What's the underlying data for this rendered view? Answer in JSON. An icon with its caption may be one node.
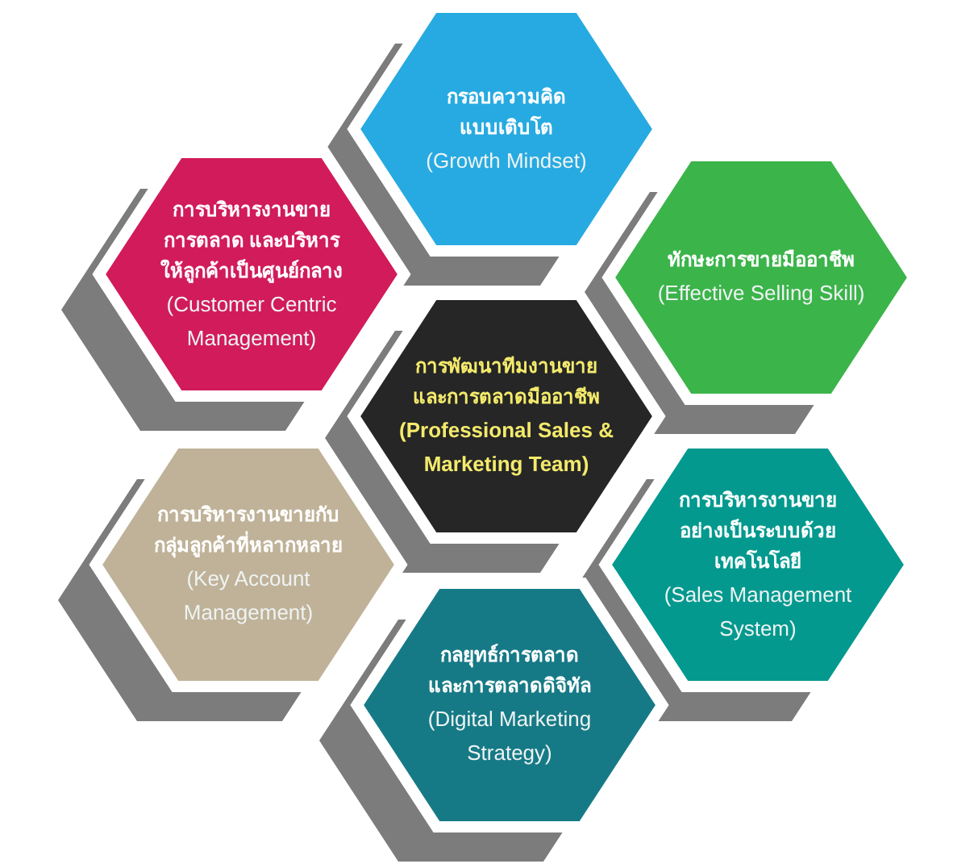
{
  "diagram": {
    "nodes": [
      {
        "text": [
          "กรอบความคิดแบบเติบโต",
          "(Growth Mindset)"
        ]
      },
      {
        "text": [
          "การบริหารงานขายการตลาด และบริหารให้ลูกค้าเป็นศูนย์กลาง",
          "(Customer Centric Management)"
        ]
      },
      {
        "text": [
          "ทักษะการขายมืออาชีพ",
          "(Effective Selling Skill)"
        ]
      },
      {
        "text": [
          "การพัฒนาทีมงานขายและการตลาดมืออาชีพ",
          "(Professional Sales & Marketing Team)"
        ]
      },
      {
        "text": [
          "การบริหารงานขายกับกลุ่มลูกค้าที่หลากหลาย",
          "(Key Account Management)"
        ]
      },
      {
        "text": [
          "การบริหารงานขายอย่างเป็นระบบด้วยเทคโนโลยี",
          "(Sales Management System)"
        ]
      },
      {
        "text": [
          "กลยุทธ์การตลาดและการตลาดดิจิทัล",
          "(Digital Marketing Strategy)"
        ]
      }
    ]
  }
}
